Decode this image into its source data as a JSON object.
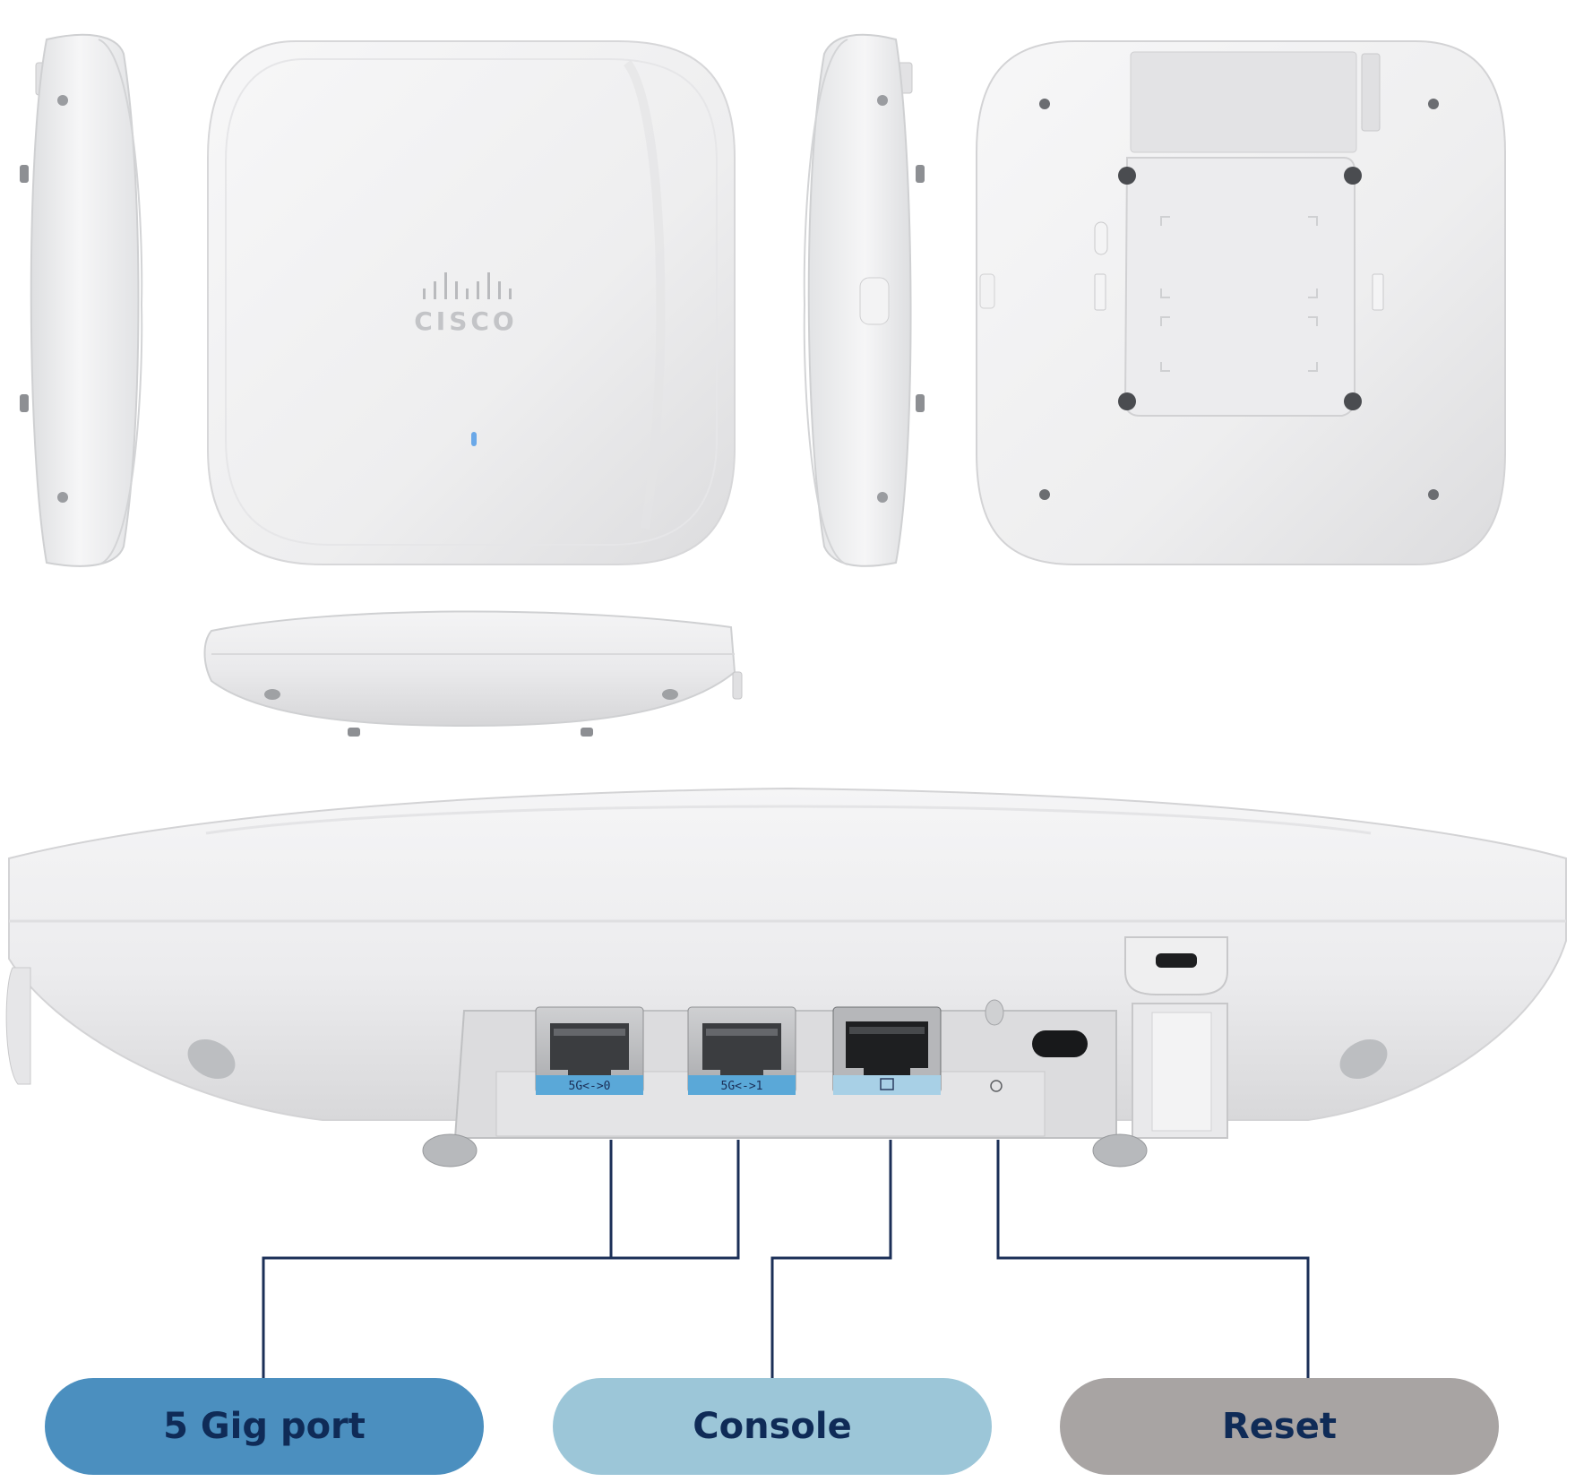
{
  "brand": {
    "logo_text": "CISCO"
  },
  "colors": {
    "connector_line": "#1b2f57",
    "label_text": "#0f2b57",
    "pill_5gig": "#4b8fbf",
    "pill_console": "#9cc6d8",
    "pill_reset": "#a8a4a3",
    "status_led": "#6aa8e8",
    "port_label_strip": "#5aa8d8"
  },
  "ports": {
    "port0_label": "5G<->0",
    "port1_label": "5G<->1"
  },
  "callouts": {
    "five_gig": "5 Gig port",
    "console": "Console",
    "reset": "Reset"
  }
}
